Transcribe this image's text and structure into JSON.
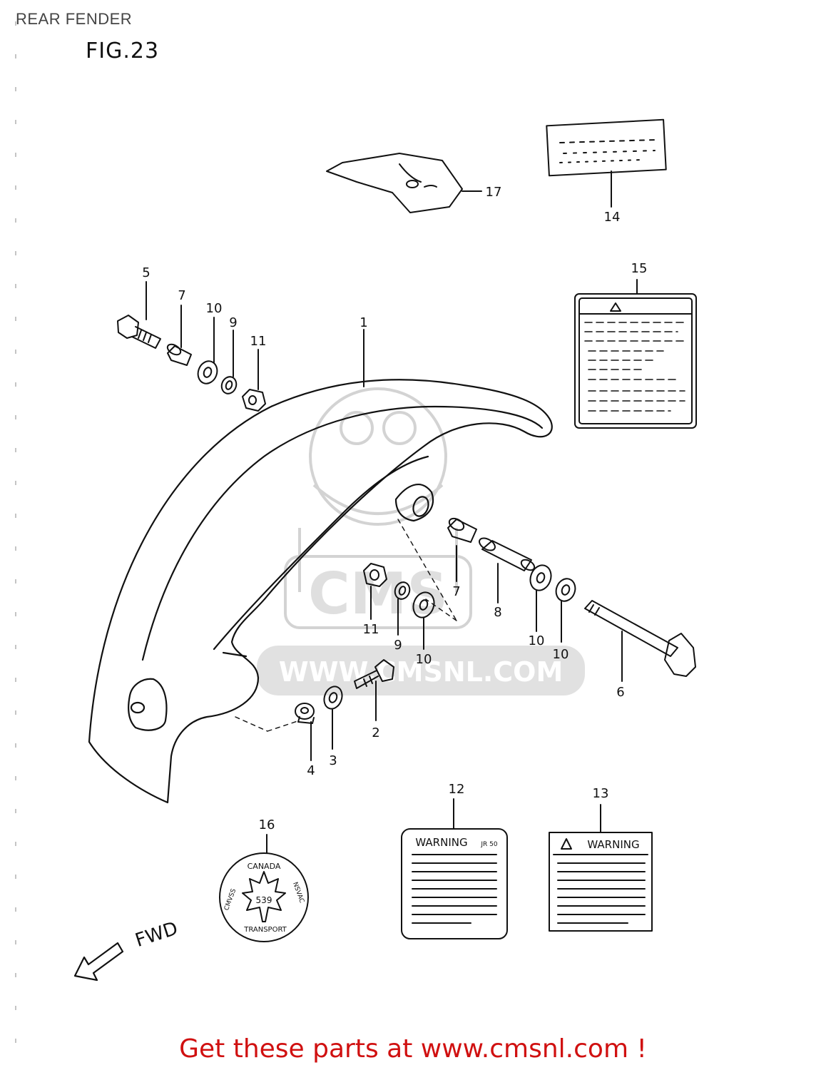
{
  "page": {
    "title": "REAR FENDER",
    "figure": "FIG.23",
    "footer": "Get these parts at www.cmsnl.com !"
  },
  "watermark": {
    "text": "WWW.CMSNL.COM",
    "logo": "cms-logo-icon",
    "color": "#c8c8c8"
  },
  "parts": [
    {
      "ref": "1"
    },
    {
      "ref": "2"
    },
    {
      "ref": "3"
    },
    {
      "ref": "4"
    },
    {
      "ref": "5"
    },
    {
      "ref": "6"
    },
    {
      "ref": "7"
    },
    {
      "ref": "8"
    },
    {
      "ref": "9"
    },
    {
      "ref": "10"
    },
    {
      "ref": "11"
    },
    {
      "ref": "12"
    },
    {
      "ref": "13"
    },
    {
      "ref": "14"
    },
    {
      "ref": "15"
    },
    {
      "ref": "16"
    },
    {
      "ref": "17"
    }
  ],
  "labels": {
    "warning_12": "WARNING",
    "warning_12_code": "JR 50",
    "warning_13": "WARNING",
    "canada_label": "CANADA",
    "canada_number": "539",
    "canada_left": "CMVSS",
    "canada_right": "NSVAC",
    "canada_bottom": "TRANSPORT"
  },
  "direction": {
    "text": "FWD",
    "icon": "arrow-left-icon"
  }
}
